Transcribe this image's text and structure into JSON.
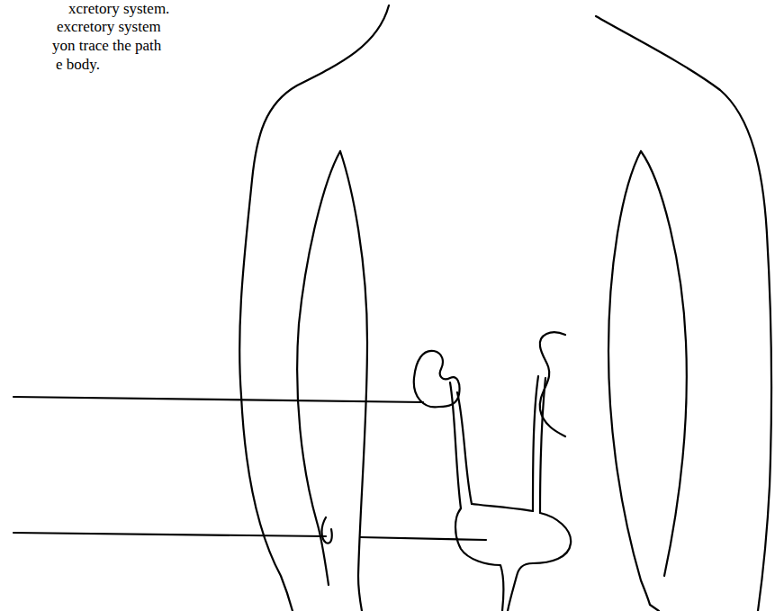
{
  "diagram": {
    "labels": [
      "xcretory system.",
      "excretory system",
      "yon trace the path",
      "e body."
    ]
  }
}
